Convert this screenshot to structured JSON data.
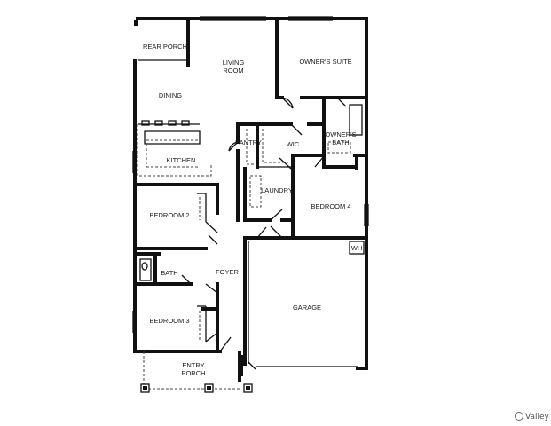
{
  "plan": {
    "rooms": {
      "rear_porch": "REAR PORCH",
      "living_room": [
        "LIVING",
        "ROOM"
      ],
      "owners_suite": "OWNER'S SUITE",
      "dining": "DINING",
      "pantry": "PANTRY",
      "wic": "WIC",
      "owners_bath": [
        "OWNER'S",
        "BATH"
      ],
      "kitchen": "KITCHEN",
      "laundry": "LAUNDRY",
      "bedroom_2": "BEDROOM 2",
      "bedroom_4": "BEDROOM 4",
      "wh": "WH",
      "bath": "BATH",
      "foyer": "FOYER",
      "garage": "GARAGE",
      "bedroom_3": "BEDROOM 3",
      "entry_porch": [
        "ENTRY",
        "PORCH"
      ]
    },
    "watermark": "Valley"
  }
}
